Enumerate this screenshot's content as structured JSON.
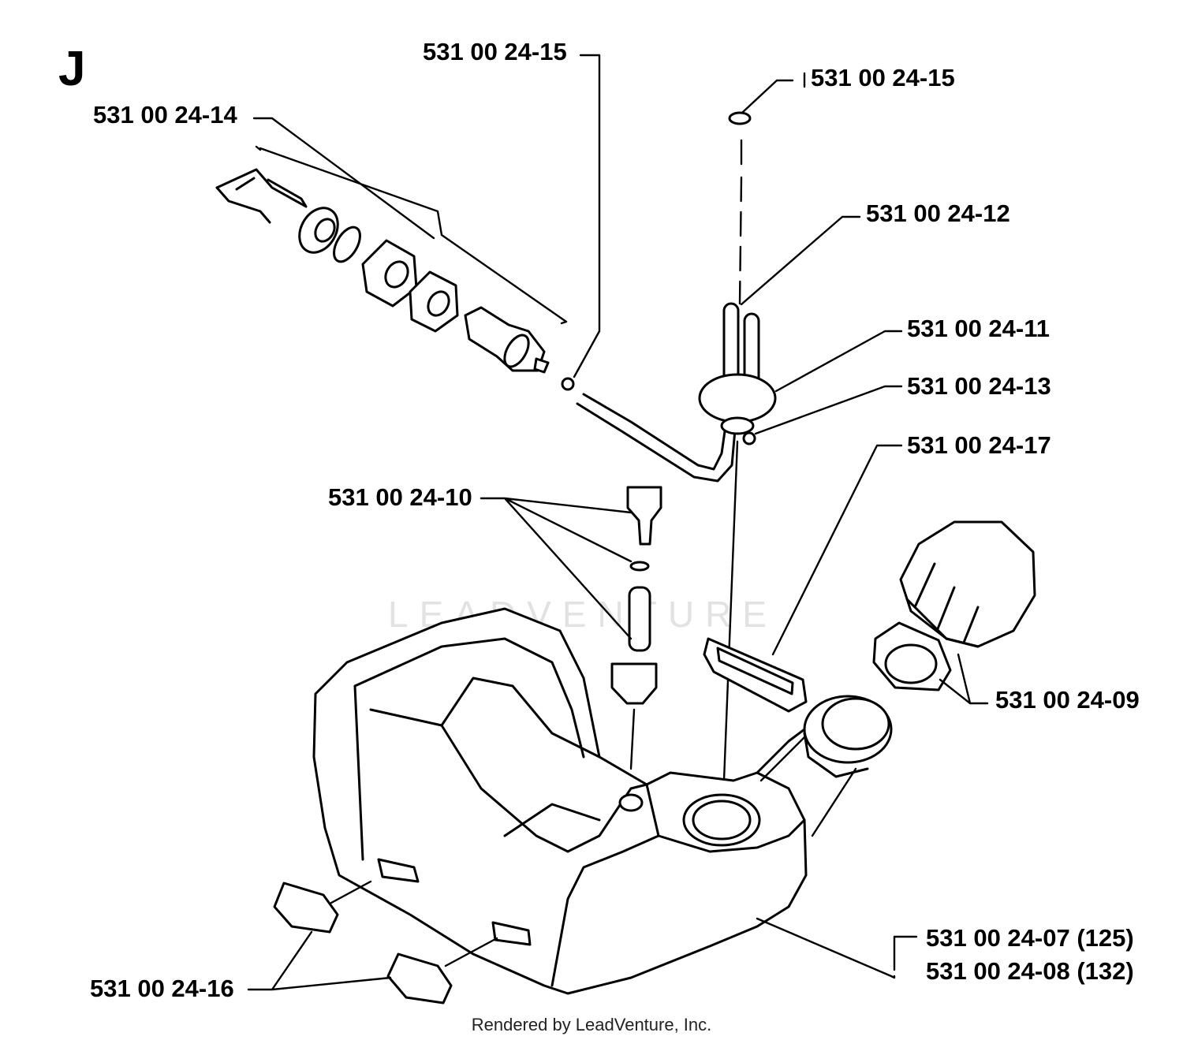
{
  "section_letter": "J",
  "watermark": "LEADVENTURE",
  "credit": "Rendered by LeadVenture, Inc.",
  "labels": {
    "p15a": "531 00 24-15",
    "p15b": "531 00 24-15",
    "p14": "531 00 24-14",
    "p12": "531 00 24-12",
    "p11": "531 00 24-11",
    "p13": "531 00 24-13",
    "p17": "531 00 24-17",
    "p10": "531 00 24-10",
    "p09": "531 00 24-09",
    "p07": "531 00 24-07 (125)",
    "p08": "531 00 24-08 (132)",
    "p16": "531 00 24-16"
  }
}
